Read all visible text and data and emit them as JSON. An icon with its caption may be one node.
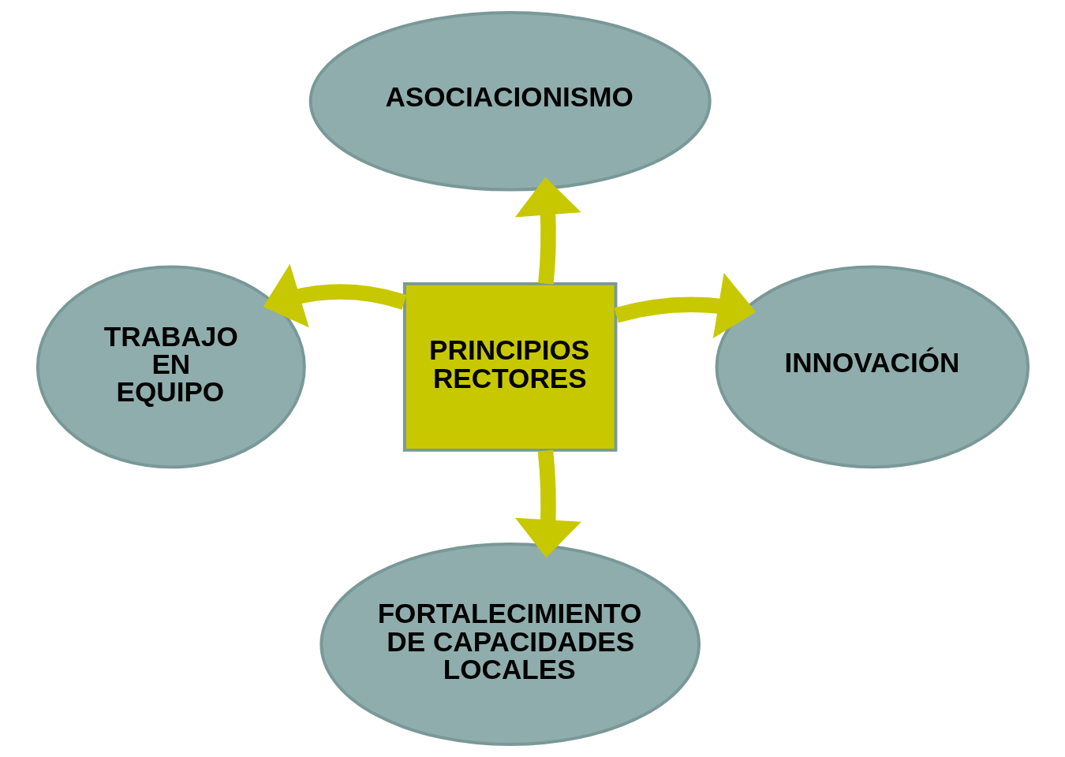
{
  "diagram": {
    "nodes": [
      {
        "text": [
          "ASOCIACIONISMO"
        ]
      },
      {
        "text": [
          "TRABAJO EN EQUIPO"
        ]
      },
      {
        "text": [
          "PRINCIPIOS RECTORES"
        ]
      },
      {
        "text": [
          "INNOVACIÓN"
        ]
      },
      {
        "text": [
          "FORTALECIMIENTO DE CAPACIDADES LOCALES"
        ]
      }
    ],
    "edges": [
      {
        "from": 2,
        "to": 0,
        "arrow": "to"
      },
      {
        "from": 2,
        "to": 1,
        "arrow": "to"
      },
      {
        "from": 2,
        "to": 3,
        "arrow": "to"
      },
      {
        "from": 2,
        "to": 4,
        "arrow": "to"
      }
    ]
  }
}
